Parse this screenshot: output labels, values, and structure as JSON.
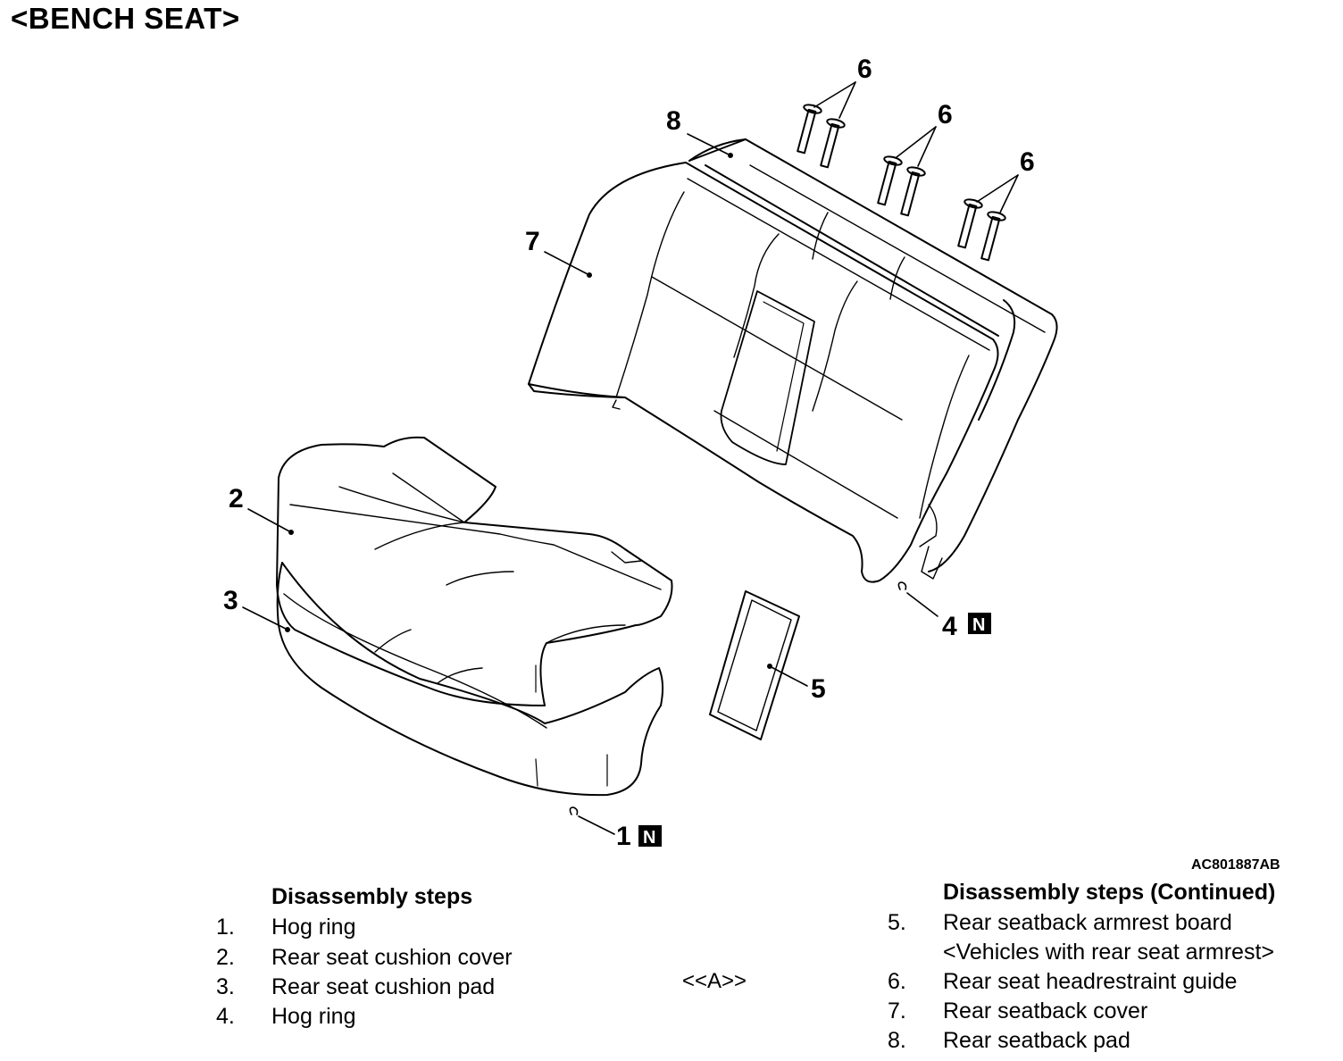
{
  "title": "<BENCH SEAT>",
  "figure_code": "AC801887AB",
  "callouts": {
    "c1": "1",
    "c2": "2",
    "c3": "3",
    "c4": "4",
    "c5": "5",
    "c6a": "6",
    "c6b": "6",
    "c6c": "6",
    "c7": "7",
    "c8": "8",
    "n_mark": "N"
  },
  "steps_left": {
    "heading": "Disassembly steps",
    "items": [
      {
        "num": "1.",
        "label": "Hog ring"
      },
      {
        "num": "2.",
        "label": "Rear seat cushion cover"
      },
      {
        "num": "3.",
        "label": "Rear seat cushion pad"
      },
      {
        "num": "4.",
        "label": "Hog ring"
      }
    ]
  },
  "reference_mark": "<<A>>",
  "steps_right": {
    "heading": "Disassembly steps (Continued)",
    "items": [
      {
        "num": "5.",
        "label": "Rear seatback armrest board",
        "label2": "<Vehicles with rear seat armrest>"
      },
      {
        "num": "6.",
        "label": "Rear seat headrestraint guide"
      },
      {
        "num": "7.",
        "label": "Rear seatback cover"
      },
      {
        "num": "8.",
        "label": "Rear seatback pad"
      }
    ]
  }
}
